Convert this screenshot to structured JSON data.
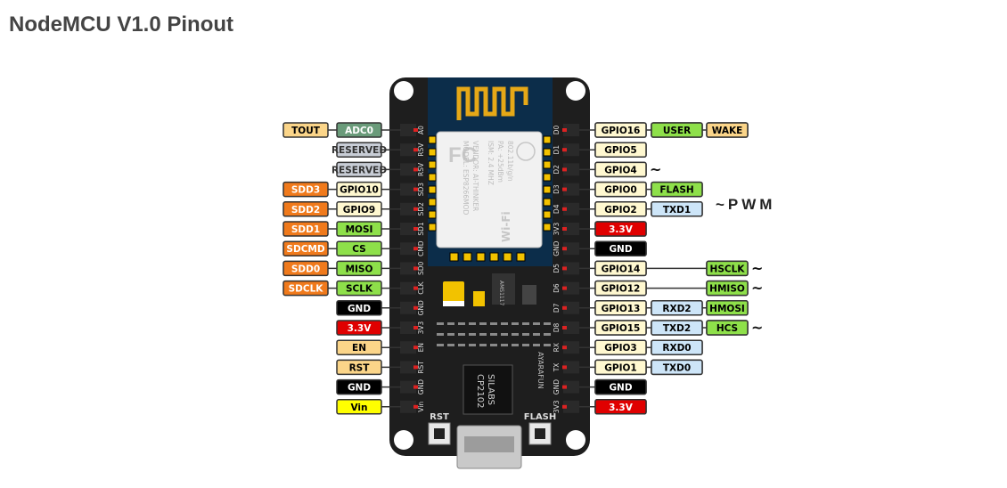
{
  "title": "NodeMCU V1.0 Pinout",
  "pwm_note": "~PWM",
  "colors": {
    "board": "#1e1e1e",
    "shield": "#0c2d4a",
    "antenna": "#e6a817",
    "gpio": "#fff8d0",
    "power": "#e00000",
    "ground": "#000000",
    "spi": "#8ee04a",
    "sdio": "#f07a1c",
    "control": "#fbd589",
    "reserved": "#c8cdd6",
    "adc": "#6a9b7a",
    "alt": "#cde5f8",
    "vin": "#ffff00"
  },
  "board": {
    "module_text": [
      "MODEL: ESP8266MOD",
      "VENDOR: AI-THINKER",
      "ISM: 2.4 MHZ",
      "PA: +25dBm",
      "802.11b/g/n"
    ],
    "module_logo": "FC",
    "wifi_logo": "Wi-Fi",
    "ic1": "AMS1117",
    "chip": [
      "SILABS",
      "CP2102"
    ],
    "brand": "AYARAFUN",
    "rst_button": "RST",
    "flash_button": "FLASH",
    "left_silk": [
      "A0",
      "RSV",
      "RSV",
      "SD3",
      "SD2",
      "SD1",
      "CMD",
      "SD0",
      "CLK",
      "GND",
      "3V3",
      "EN",
      "RST",
      "GND",
      "Vin"
    ],
    "right_silk": [
      "D0",
      "D1",
      "D2",
      "D3",
      "D4",
      "3V3",
      "GND",
      "D5",
      "D6",
      "D7",
      "D8",
      "RX",
      "TX",
      "GND",
      "3V3"
    ]
  },
  "left_pins": [
    {
      "labels": [
        {
          "text": "ADC0",
          "kind": "adc"
        },
        {
          "text": "TOUT",
          "kind": "control"
        }
      ]
    },
    {
      "labels": [
        {
          "text": "RESERVED",
          "kind": "reserved"
        }
      ]
    },
    {
      "labels": [
        {
          "text": "RESERVED",
          "kind": "reserved"
        }
      ]
    },
    {
      "labels": [
        {
          "text": "GPIO10",
          "kind": "gpio"
        },
        {
          "text": "SDD3",
          "kind": "sdio"
        }
      ]
    },
    {
      "labels": [
        {
          "text": "GPIO9",
          "kind": "gpio"
        },
        {
          "text": "SDD2",
          "kind": "sdio"
        }
      ]
    },
    {
      "labels": [
        {
          "text": "MOSI",
          "kind": "spi"
        },
        {
          "text": "SDD1",
          "kind": "sdio"
        }
      ]
    },
    {
      "labels": [
        {
          "text": "CS",
          "kind": "spi"
        },
        {
          "text": "SDCMD",
          "kind": "sdio"
        }
      ]
    },
    {
      "labels": [
        {
          "text": "MISO",
          "kind": "spi"
        },
        {
          "text": "SDD0",
          "kind": "sdio"
        }
      ]
    },
    {
      "labels": [
        {
          "text": "SCLK",
          "kind": "spi"
        },
        {
          "text": "SDCLK",
          "kind": "sdio"
        }
      ]
    },
    {
      "labels": [
        {
          "text": "GND",
          "kind": "ground"
        }
      ]
    },
    {
      "labels": [
        {
          "text": "3.3V",
          "kind": "power"
        }
      ]
    },
    {
      "labels": [
        {
          "text": "EN",
          "kind": "control"
        }
      ]
    },
    {
      "labels": [
        {
          "text": "RST",
          "kind": "control"
        }
      ]
    },
    {
      "labels": [
        {
          "text": "GND",
          "kind": "ground"
        }
      ]
    },
    {
      "labels": [
        {
          "text": "Vin",
          "kind": "vin"
        }
      ]
    }
  ],
  "right_pins": [
    {
      "labels": [
        {
          "text": "GPIO16",
          "kind": "gpio"
        },
        {
          "text": "USER",
          "kind": "spi"
        },
        {
          "text": "WAKE",
          "kind": "control"
        }
      ],
      "pwm": false
    },
    {
      "labels": [
        {
          "text": "GPIO5",
          "kind": "gpio"
        }
      ],
      "pwm": false
    },
    {
      "labels": [
        {
          "text": "GPIO4",
          "kind": "gpio"
        }
      ],
      "pwm": true
    },
    {
      "labels": [
        {
          "text": "GPIO0",
          "kind": "gpio"
        },
        {
          "text": "FLASH",
          "kind": "spi"
        }
      ],
      "pwm": false
    },
    {
      "labels": [
        {
          "text": "GPIO2",
          "kind": "gpio"
        },
        {
          "text": "TXD1",
          "kind": "alt"
        }
      ],
      "pwm": false
    },
    {
      "labels": [
        {
          "text": "3.3V",
          "kind": "power"
        }
      ],
      "pwm": false
    },
    {
      "labels": [
        {
          "text": "GND",
          "kind": "ground"
        }
      ],
      "pwm": false
    },
    {
      "labels": [
        {
          "text": "GPIO14",
          "kind": "gpio"
        },
        {
          "text": "HSCLK",
          "kind": "spi",
          "col": 2
        }
      ],
      "pwm": true
    },
    {
      "labels": [
        {
          "text": "GPIO12",
          "kind": "gpio"
        },
        {
          "text": "HMISO",
          "kind": "spi",
          "col": 2
        }
      ],
      "pwm": true
    },
    {
      "labels": [
        {
          "text": "GPIO13",
          "kind": "gpio"
        },
        {
          "text": "RXD2",
          "kind": "alt"
        },
        {
          "text": "HMOSI",
          "kind": "spi"
        }
      ],
      "pwm": false
    },
    {
      "labels": [
        {
          "text": "GPIO15",
          "kind": "gpio"
        },
        {
          "text": "TXD2",
          "kind": "alt"
        },
        {
          "text": "HCS",
          "kind": "spi"
        }
      ],
      "pwm": true
    },
    {
      "labels": [
        {
          "text": "GPIO3",
          "kind": "gpio"
        },
        {
          "text": "RXD0",
          "kind": "alt"
        }
      ],
      "pwm": false
    },
    {
      "labels": [
        {
          "text": "GPIO1",
          "kind": "gpio"
        },
        {
          "text": "TXD0",
          "kind": "alt"
        }
      ],
      "pwm": false
    },
    {
      "labels": [
        {
          "text": "GND",
          "kind": "ground"
        }
      ],
      "pwm": false
    },
    {
      "labels": [
        {
          "text": "3.3V",
          "kind": "power"
        }
      ],
      "pwm": false
    }
  ]
}
